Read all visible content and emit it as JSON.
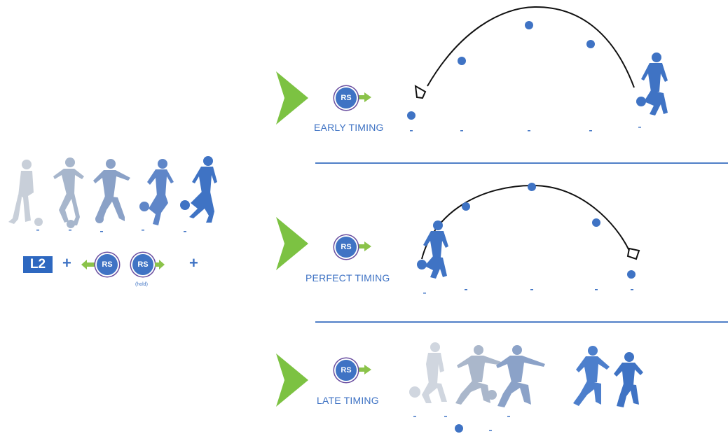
{
  "combo": {
    "l2_label": "L2",
    "plus": "+",
    "rs_label": "RS",
    "hold_label": "(hold)"
  },
  "rows": [
    {
      "rs_label": "RS",
      "timing_label": "EARLY TIMING"
    },
    {
      "rs_label": "RS",
      "timing_label": "PERFECT TIMING"
    },
    {
      "rs_label": "RS",
      "timing_label": "LATE TIMING"
    }
  ],
  "colors": {
    "player_blue": "#3f73c4",
    "player_faded": "#c3cbd7",
    "arrow_green": "#8bc34a",
    "triangle_green": "#7cc242",
    "ring_purple": "#6a4fa0",
    "divider": "#4f7fc7"
  }
}
